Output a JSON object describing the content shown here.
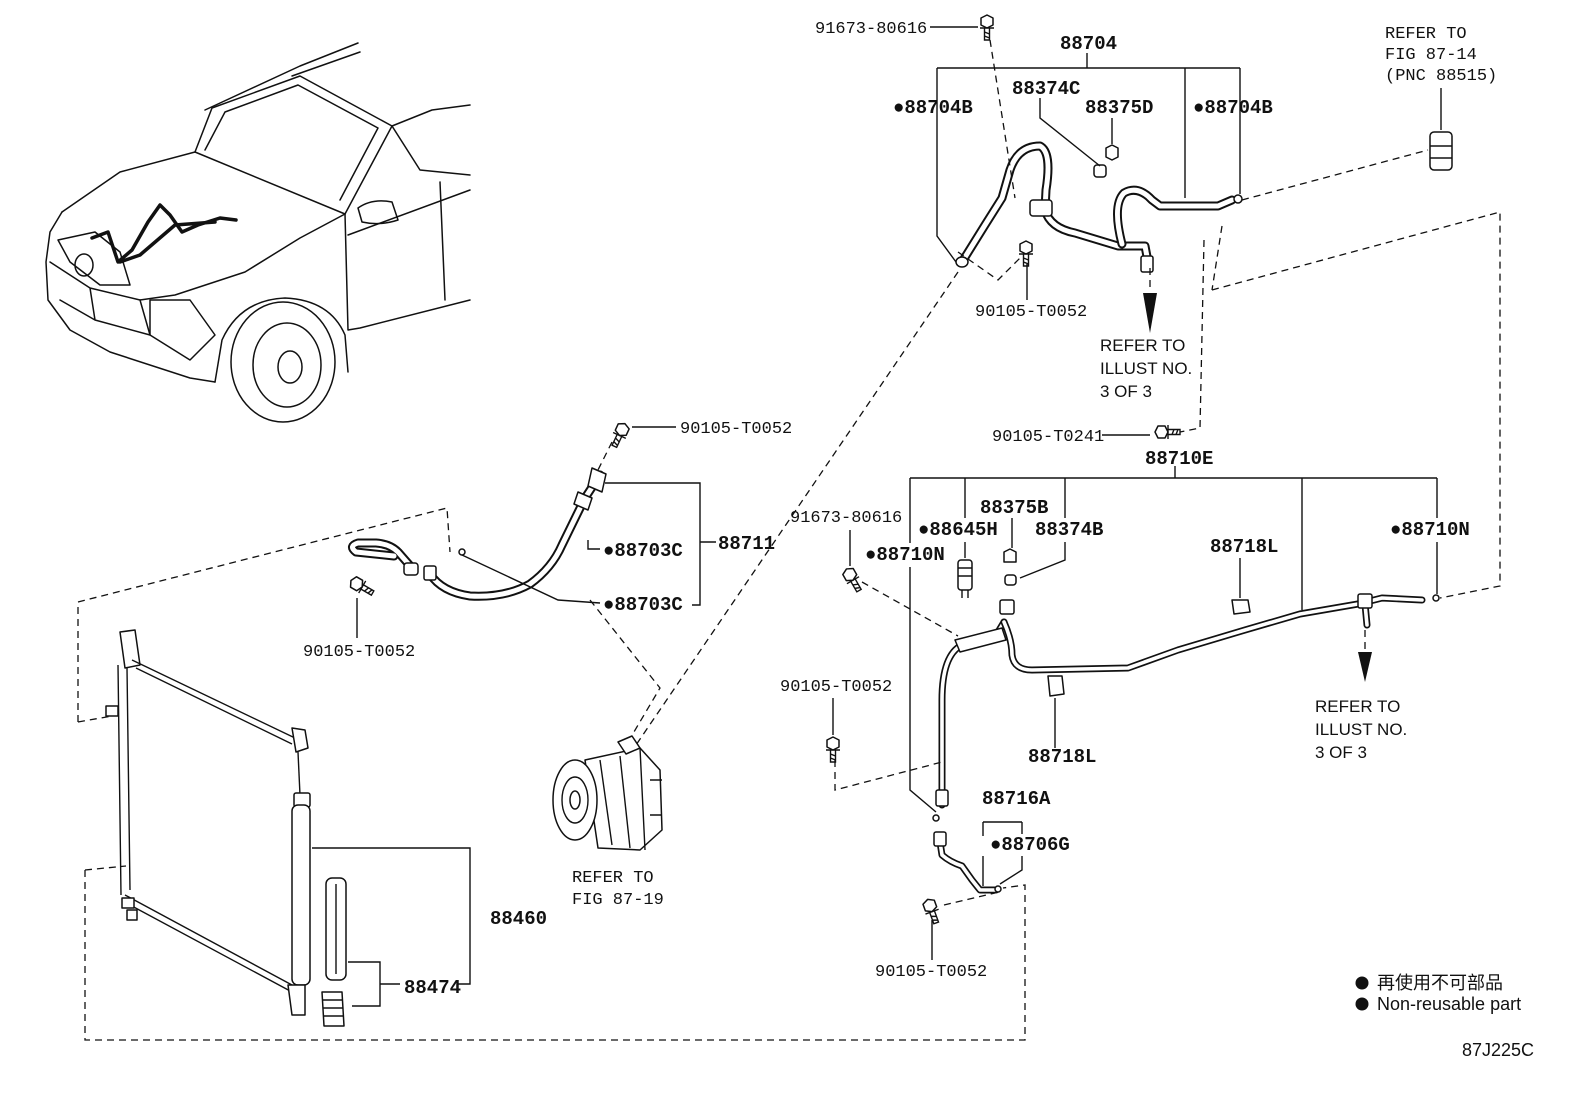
{
  "figure_code": "87J225C",
  "top_assembly": {
    "bolt_top": "91673-80616",
    "assy": "88704",
    "part_left": "●88704B",
    "part_c": "88374C",
    "part_d": "88375D",
    "part_right": "●88704B",
    "bolt": "90105-T0052",
    "refer": [
      "REFER TO",
      "ILLUST NO.",
      "3 OF 3"
    ]
  },
  "refer_top_right": [
    "REFER TO",
    "FIG 87-14",
    "(PNC 88515)"
  ],
  "middle_assembly": {
    "bolt_t0241": "90105-T0241",
    "assy": "88710E",
    "bolt_clip": "91673-80616",
    "part_h": "●88645H",
    "part_b5": "88375B",
    "part_b4": "88374B",
    "part_l_upper": "88718L",
    "part_n_right": "●88710N",
    "part_n_left": "●88710N",
    "bolt": "90105-T0052",
    "refer": [
      "REFER TO",
      "ILLUST NO.",
      "3 OF 3"
    ],
    "part_l_lower": "88718L"
  },
  "lower_pipe": {
    "assy": "88716A",
    "part_g": "●88706G",
    "bolt": "90105-T0052"
  },
  "hose_assembly": {
    "bolt_top": "90105-T0052",
    "part_c_upper": "●88703C",
    "assy": "88711",
    "part_c_lower": "●88703C",
    "bolt_left": "90105-T0052"
  },
  "compressor_refer": [
    "REFER TO",
    "FIG 87-19"
  ],
  "condenser": {
    "assy": "88460",
    "part": "88474"
  },
  "legend": {
    "items": [
      "再使用不可部品",
      "Non-reusable part"
    ]
  }
}
